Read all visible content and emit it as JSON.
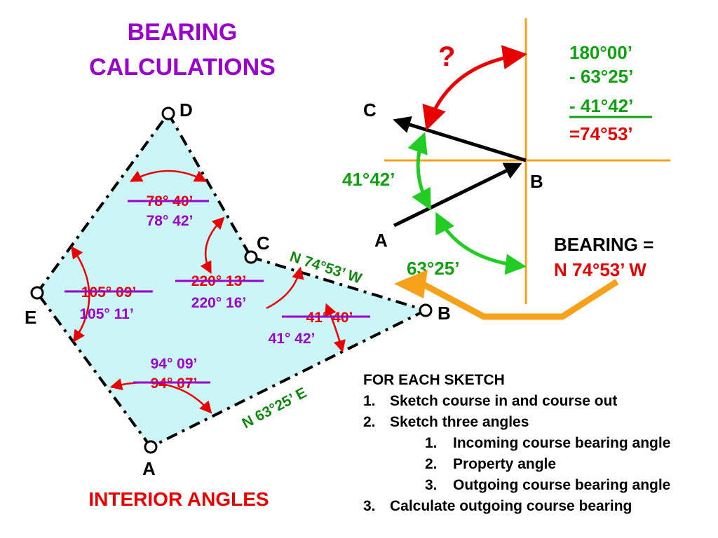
{
  "title": {
    "line1": "BEARING",
    "line2": "CALCULATIONS"
  },
  "footer_label": "INTERIOR ANGLES",
  "points": {
    "A": "A",
    "B": "B",
    "C": "C",
    "D": "D",
    "E": "E"
  },
  "angles": {
    "D": {
      "old": "78° 40’",
      "new": "78° 42’"
    },
    "E": {
      "old": "105° 09’",
      "new": "105° 11’"
    },
    "C": {
      "old": "220° 13’",
      "new": "220° 16’"
    },
    "B": {
      "old": "41° 40’",
      "new": "41° 42’"
    },
    "A": {
      "new": "94° 09’",
      "old": "94° 07’"
    }
  },
  "course_labels": {
    "cb": "N 74°53’ W",
    "ab": "N 63°25’ E"
  },
  "sketch": {
    "question": "?",
    "c": "C",
    "b": "B",
    "a": "A",
    "angle_top": "41°42’",
    "angle_bottom": "63°25’",
    "calc": [
      "180°00’",
      "- 63°25’",
      "- 41°42’",
      "=74°53’"
    ]
  },
  "bearing": {
    "label": "BEARING =",
    "value": "N 74°53’ W"
  },
  "steps": {
    "heading": "FOR EACH SKETCH",
    "items": [
      {
        "num": "1.",
        "text": "Sketch course in and course out"
      },
      {
        "num": "2.",
        "text": "Sketch three angles",
        "sub": [
          {
            "num": "1.",
            "text": "Incoming course bearing angle"
          },
          {
            "num": "2.",
            "text": "Property angle"
          },
          {
            "num": "3.",
            "text": "Outgoing course bearing angle"
          }
        ]
      },
      {
        "num": "3.",
        "text": "Calculate outgoing course bearing"
      }
    ]
  },
  "colors": {
    "fill": "#ccf5f7",
    "purple": "#9900cc",
    "red": "#e60000",
    "green": "#11a011",
    "orange": "#f5a21a"
  }
}
